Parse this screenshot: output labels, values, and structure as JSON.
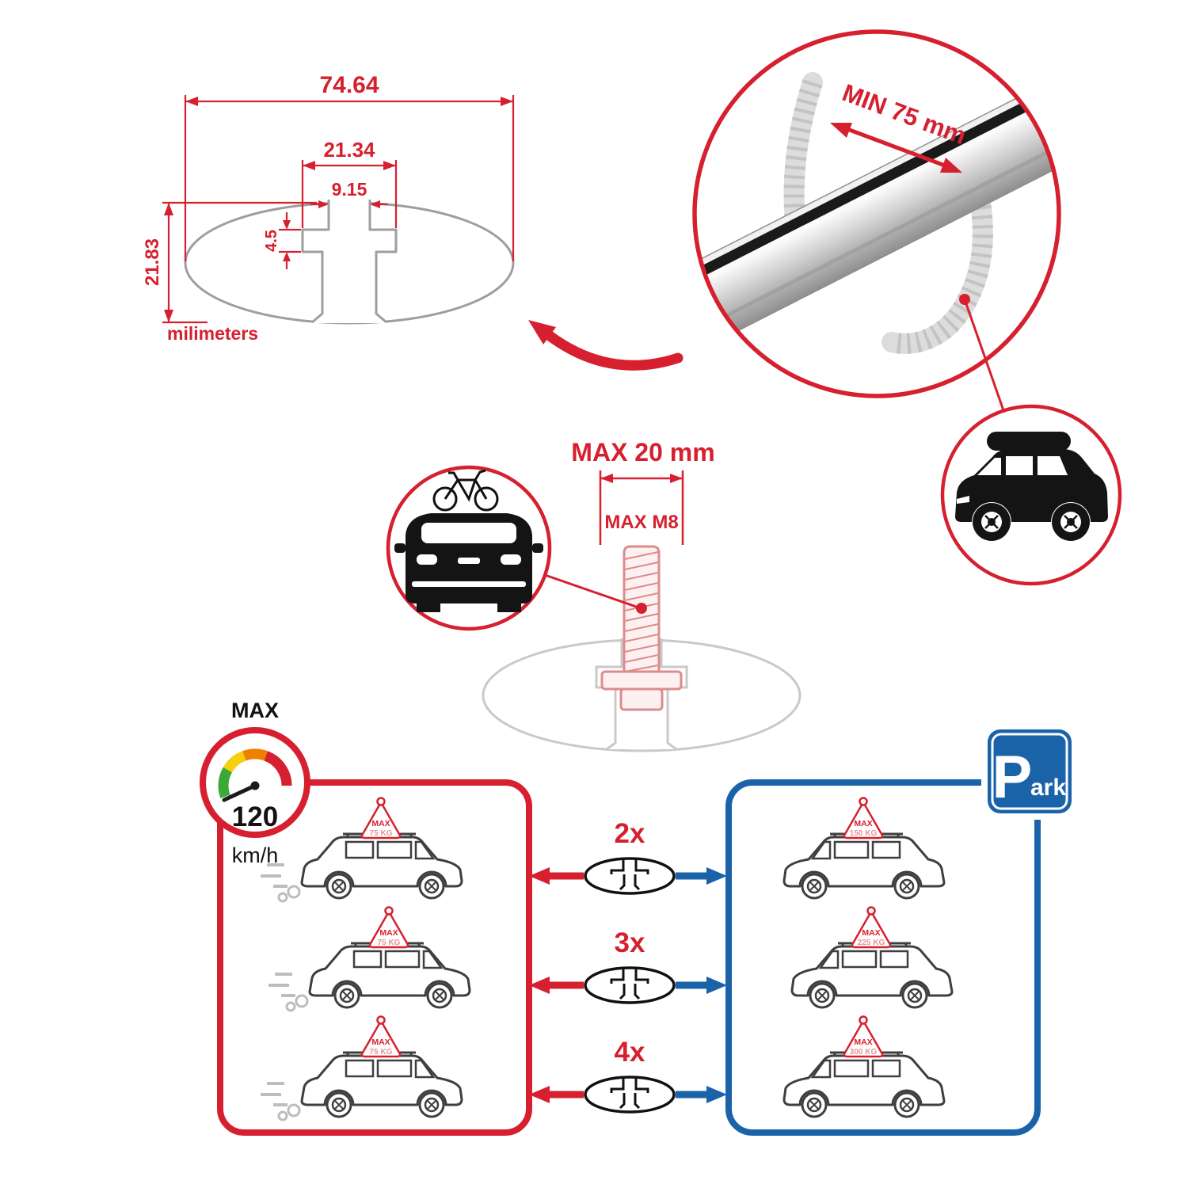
{
  "cross_section": {
    "width_mm": "74.64",
    "channel_outer_mm": "21.34",
    "slot_mm": "9.15",
    "lip_mm": "4.5",
    "height_mm": "21.83",
    "units": "milimeters"
  },
  "bar_inset": {
    "min_span": "MIN 75 mm"
  },
  "bolt": {
    "max_width": "MAX 20 mm",
    "max_thread": "MAX M8"
  },
  "speed_limit": {
    "label": "MAX",
    "value": "120",
    "units": "km/h"
  },
  "park_sign": {
    "letter": "P",
    "suffix": "ark"
  },
  "quantities": [
    "2x",
    "3x",
    "4x"
  ],
  "driving_cars": [
    {
      "label": "MAX",
      "load": "75 KG"
    },
    {
      "label": "MAX",
      "load": "75 KG"
    },
    {
      "label": "MAX",
      "load": "75 KG"
    }
  ],
  "parked_cars": [
    {
      "label": "MAX",
      "load": "150 KG"
    },
    {
      "label": "MAX",
      "load": "225 KG"
    },
    {
      "label": "MAX",
      "load": "300 KG"
    }
  ],
  "colors": {
    "accent_red": "#d6202f",
    "accent_blue": "#1b63a8",
    "bar_aluminum": "#d2d2d2",
    "sketch_gray": "#9e9e9e"
  }
}
